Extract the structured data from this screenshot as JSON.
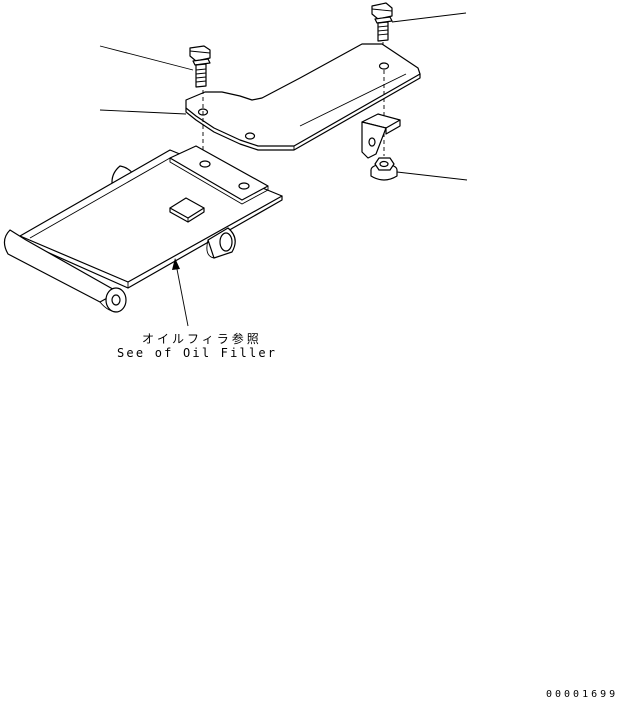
{
  "note": {
    "japanese": "オイルフィラ参照",
    "english": "See of Oil Filler"
  },
  "drawing_number": "00001699"
}
